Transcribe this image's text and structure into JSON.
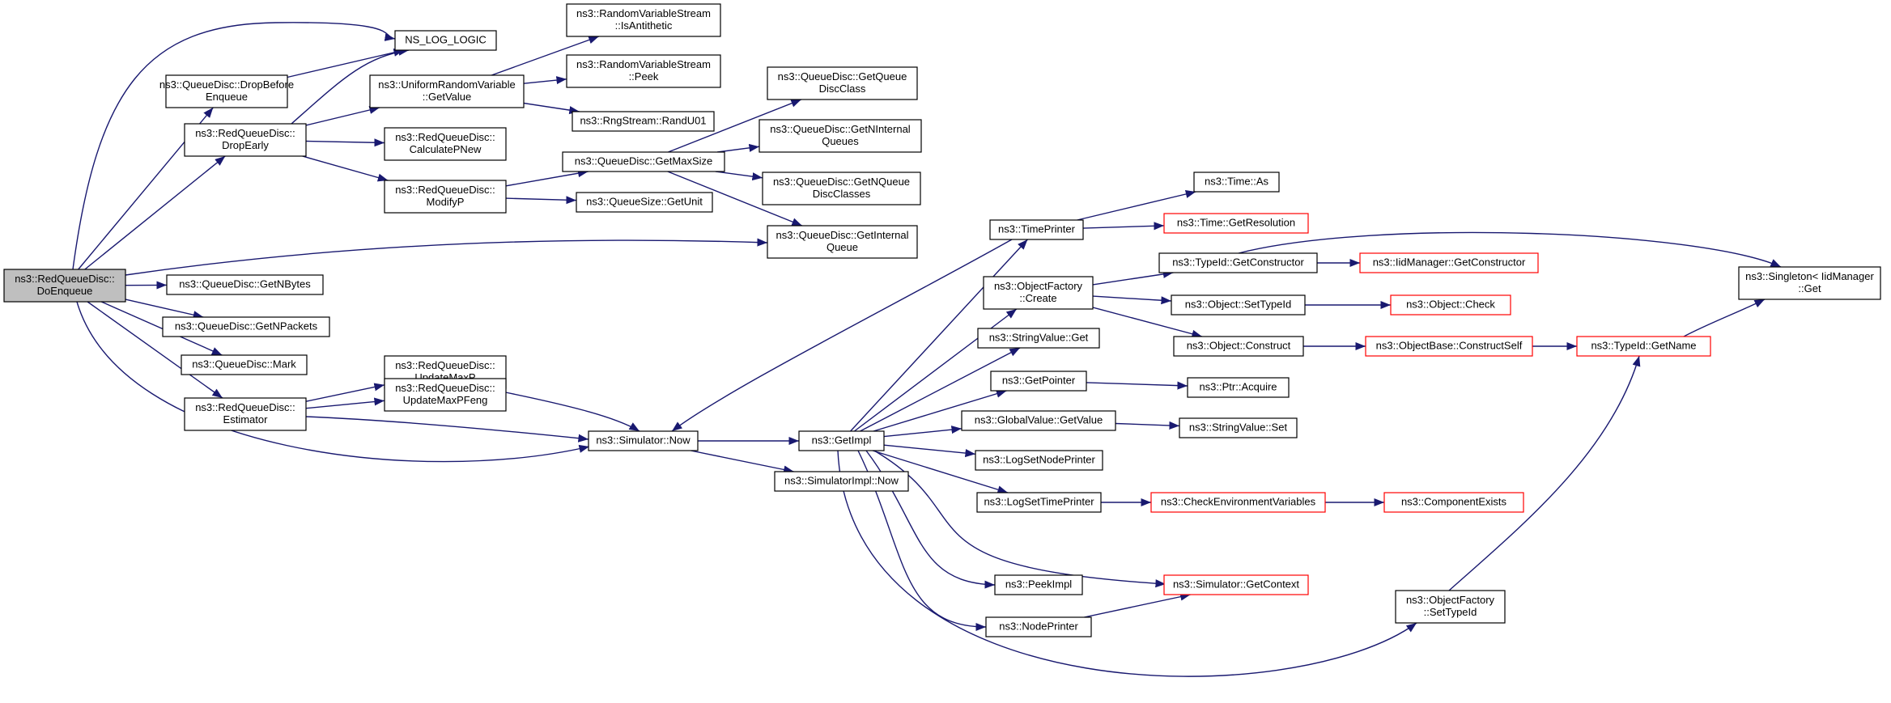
{
  "colors": {
    "edge": "#191970",
    "node_border": "#000000",
    "external_border": "#ff0000",
    "root_fill": "#bfbfbf"
  },
  "nodes": [
    {
      "id": "root",
      "lines": [
        "ns3::RedQueueDisc::",
        "DoEnqueue"
      ],
      "kind": "root"
    },
    {
      "id": "nslog",
      "lines": [
        "NS_LOG_LOGIC"
      ],
      "kind": "normal"
    },
    {
      "id": "dropbefore",
      "lines": [
        "ns3::QueueDisc::DropBefore",
        "Enqueue"
      ],
      "kind": "normal"
    },
    {
      "id": "dropearly",
      "lines": [
        "ns3::RedQueueDisc::",
        "DropEarly"
      ],
      "kind": "normal"
    },
    {
      "id": "urvget",
      "lines": [
        "ns3::UniformRandomVariable",
        "::GetValue"
      ],
      "kind": "normal"
    },
    {
      "id": "rvsanti",
      "lines": [
        "ns3::RandomVariableStream",
        "::IsAntithetic"
      ],
      "kind": "normal"
    },
    {
      "id": "rvspeek",
      "lines": [
        "ns3::RandomVariableStream",
        "::Peek"
      ],
      "kind": "normal"
    },
    {
      "id": "randu01",
      "lines": [
        "ns3::RngStream::RandU01"
      ],
      "kind": "normal"
    },
    {
      "id": "calcpnew",
      "lines": [
        "ns3::RedQueueDisc::",
        "CalculatePNew"
      ],
      "kind": "normal"
    },
    {
      "id": "modifyp",
      "lines": [
        "ns3::RedQueueDisc::",
        "ModifyP"
      ],
      "kind": "normal"
    },
    {
      "id": "getmaxsize",
      "lines": [
        "ns3::QueueDisc::GetMaxSize"
      ],
      "kind": "normal"
    },
    {
      "id": "getunit",
      "lines": [
        "ns3::QueueSize::GetUnit"
      ],
      "kind": "normal"
    },
    {
      "id": "getqueuedisc",
      "lines": [
        "ns3::QueueDisc::GetQueue",
        "DiscClass"
      ],
      "kind": "normal"
    },
    {
      "id": "getninternal",
      "lines": [
        "ns3::QueueDisc::GetNInternal",
        "Queues"
      ],
      "kind": "normal"
    },
    {
      "id": "getnqueuedisc",
      "lines": [
        "ns3::QueueDisc::GetNQueue",
        "DiscClasses"
      ],
      "kind": "normal"
    },
    {
      "id": "getinternalq",
      "lines": [
        "ns3::QueueDisc::GetInternal",
        "Queue"
      ],
      "kind": "normal"
    },
    {
      "id": "getnbytes",
      "lines": [
        "ns3::QueueDisc::GetNBytes"
      ],
      "kind": "normal"
    },
    {
      "id": "getnpackets",
      "lines": [
        "ns3::QueueDisc::GetNPackets"
      ],
      "kind": "normal"
    },
    {
      "id": "mark",
      "lines": [
        "ns3::QueueDisc::Mark"
      ],
      "kind": "normal"
    },
    {
      "id": "estimator",
      "lines": [
        "ns3::RedQueueDisc::",
        "Estimator"
      ],
      "kind": "normal"
    },
    {
      "id": "updatemaxp",
      "lines": [
        "ns3::RedQueueDisc::",
        "UpdateMaxP"
      ],
      "kind": "normal"
    },
    {
      "id": "updatemaxpfeng",
      "lines": [
        "ns3::RedQueueDisc::",
        "UpdateMaxPFeng"
      ],
      "kind": "normal"
    },
    {
      "id": "simnow",
      "lines": [
        "ns3::Simulator::Now"
      ],
      "kind": "normal"
    },
    {
      "id": "getimpl",
      "lines": [
        "ns3::GetImpl"
      ],
      "kind": "normal"
    },
    {
      "id": "simimplnow",
      "lines": [
        "ns3::SimulatorImpl::Now"
      ],
      "kind": "normal"
    },
    {
      "id": "timeprinter",
      "lines": [
        "ns3::TimePrinter"
      ],
      "kind": "normal"
    },
    {
      "id": "timeas",
      "lines": [
        "ns3::Time::As"
      ],
      "kind": "normal"
    },
    {
      "id": "timegetres",
      "lines": [
        "ns3::Time::GetResolution"
      ],
      "kind": "external"
    },
    {
      "id": "objfactcreate",
      "lines": [
        "ns3::ObjectFactory",
        "::Create"
      ],
      "kind": "normal"
    },
    {
      "id": "typeidgetctor",
      "lines": [
        "ns3::TypeId::GetConstructor"
      ],
      "kind": "normal"
    },
    {
      "id": "iidmgrgetctor",
      "lines": [
        "ns3::IidManager::GetConstructor"
      ],
      "kind": "external"
    },
    {
      "id": "singleton",
      "lines": [
        "ns3::Singleton< IidManager",
        "::Get"
      ],
      "kind": "normal"
    },
    {
      "id": "objsettypeid",
      "lines": [
        "ns3::Object::SetTypeId"
      ],
      "kind": "normal"
    },
    {
      "id": "objcheck",
      "lines": [
        "ns3::Object::Check"
      ],
      "kind": "external"
    },
    {
      "id": "objconstruct",
      "lines": [
        "ns3::Object::Construct"
      ],
      "kind": "normal"
    },
    {
      "id": "objbaseconstructself",
      "lines": [
        "ns3::ObjectBase::ConstructSelf"
      ],
      "kind": "external"
    },
    {
      "id": "typeidgetname",
      "lines": [
        "ns3::TypeId::GetName"
      ],
      "kind": "external"
    },
    {
      "id": "stringvalueget",
      "lines": [
        "ns3::StringValue::Get"
      ],
      "kind": "normal"
    },
    {
      "id": "getpointer",
      "lines": [
        "ns3::GetPointer"
      ],
      "kind": "normal"
    },
    {
      "id": "ptracquire",
      "lines": [
        "ns3::Ptr::Acquire"
      ],
      "kind": "normal"
    },
    {
      "id": "globalvalueget",
      "lines": [
        "ns3::GlobalValue::GetValue"
      ],
      "kind": "normal"
    },
    {
      "id": "stringvalueset",
      "lines": [
        "ns3::StringValue::Set"
      ],
      "kind": "normal"
    },
    {
      "id": "logsetnodeprinter",
      "lines": [
        "ns3::LogSetNodePrinter"
      ],
      "kind": "normal"
    },
    {
      "id": "logsettimeprinter",
      "lines": [
        "ns3::LogSetTimePrinter"
      ],
      "kind": "normal"
    },
    {
      "id": "checkenv",
      "lines": [
        "ns3::CheckEnvironmentVariables"
      ],
      "kind": "external"
    },
    {
      "id": "componentexists",
      "lines": [
        "ns3::ComponentExists"
      ],
      "kind": "external"
    },
    {
      "id": "simgetcontext",
      "lines": [
        "ns3::Simulator::GetContext"
      ],
      "kind": "external"
    },
    {
      "id": "peekimpl",
      "lines": [
        "ns3::PeekImpl"
      ],
      "kind": "normal"
    },
    {
      "id": "nodeprinter",
      "lines": [
        "ns3::NodePrinter"
      ],
      "kind": "normal"
    },
    {
      "id": "objfactsettypeid",
      "lines": [
        "ns3::ObjectFactory",
        "::SetTypeId"
      ],
      "kind": "normal"
    }
  ],
  "edges": [
    [
      "root",
      "nslog"
    ],
    [
      "root",
      "dropbefore"
    ],
    [
      "root",
      "dropearly"
    ],
    [
      "root",
      "getinternalq"
    ],
    [
      "root",
      "getnbytes"
    ],
    [
      "root",
      "getnpackets"
    ],
    [
      "root",
      "mark"
    ],
    [
      "root",
      "estimator"
    ],
    [
      "root",
      "simnow"
    ],
    [
      "dropbefore",
      "nslog"
    ],
    [
      "dropearly",
      "nslog"
    ],
    [
      "dropearly",
      "urvget"
    ],
    [
      "dropearly",
      "calcpnew"
    ],
    [
      "dropearly",
      "modifyp"
    ],
    [
      "urvget",
      "rvsanti"
    ],
    [
      "urvget",
      "rvspeek"
    ],
    [
      "urvget",
      "randu01"
    ],
    [
      "modifyp",
      "getmaxsize"
    ],
    [
      "modifyp",
      "getunit"
    ],
    [
      "getmaxsize",
      "getqueuedisc"
    ],
    [
      "getmaxsize",
      "getninternal"
    ],
    [
      "getmaxsize",
      "getnqueuedisc"
    ],
    [
      "getmaxsize",
      "getinternalq"
    ],
    [
      "estimator",
      "updatemaxp"
    ],
    [
      "estimator",
      "updatemaxpfeng"
    ],
    [
      "estimator",
      "simnow"
    ],
    [
      "updatemaxp",
      "simnow"
    ],
    [
      "simnow",
      "getimpl"
    ],
    [
      "simnow",
      "simimplnow"
    ],
    [
      "timeprinter",
      "simnow"
    ],
    [
      "timeprinter",
      "timeas"
    ],
    [
      "timeprinter",
      "timegetres"
    ],
    [
      "getimpl",
      "timeprinter"
    ],
    [
      "getimpl",
      "objfactcreate"
    ],
    [
      "getimpl",
      "stringvalueget"
    ],
    [
      "getimpl",
      "getpointer"
    ],
    [
      "getimpl",
      "globalvalueget"
    ],
    [
      "getimpl",
      "logsetnodeprinter"
    ],
    [
      "getimpl",
      "logsettimeprinter"
    ],
    [
      "getimpl",
      "simgetcontext"
    ],
    [
      "getimpl",
      "peekimpl"
    ],
    [
      "getimpl",
      "nodeprinter"
    ],
    [
      "getimpl",
      "objfactsettypeid"
    ],
    [
      "objfactcreate",
      "typeidgetctor"
    ],
    [
      "objfactcreate",
      "objsettypeid"
    ],
    [
      "objfactcreate",
      "objconstruct"
    ],
    [
      "typeidgetctor",
      "iidmgrgetctor"
    ],
    [
      "typeidgetctor",
      "singleton"
    ],
    [
      "objsettypeid",
      "objcheck"
    ],
    [
      "objconstruct",
      "objbaseconstructself"
    ],
    [
      "objbaseconstructself",
      "typeidgetname"
    ],
    [
      "typeidgetname",
      "singleton"
    ],
    [
      "objfactsettypeid",
      "typeidgetname"
    ],
    [
      "getpointer",
      "ptracquire"
    ],
    [
      "globalvalueget",
      "stringvalueset"
    ],
    [
      "logsettimeprinter",
      "checkenv"
    ],
    [
      "checkenv",
      "componentexists"
    ],
    [
      "nodeprinter",
      "simgetcontext"
    ]
  ]
}
